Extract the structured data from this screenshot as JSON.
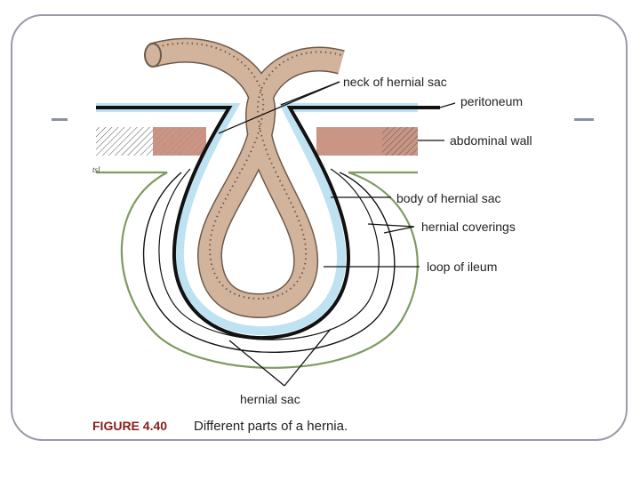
{
  "labels": {
    "neck": "neck of hernial sac",
    "peritoneum": "peritoneum",
    "abdominal_wall": "abdominal wall",
    "body": "body of hernial sac",
    "coverings": "hernial coverings",
    "loop": "loop of ileum",
    "sac": "hernial sac",
    "signature": "tsl"
  },
  "caption": {
    "figure": "FIGURE 4.40",
    "text": "Different parts of a hernia."
  },
  "colors": {
    "peritoneum_blue": "#bfe2f2",
    "covering_green": "#7f9a63",
    "intestine": "#d2b49c",
    "wall": "#c48a78",
    "frame": "#9a9aa8"
  }
}
